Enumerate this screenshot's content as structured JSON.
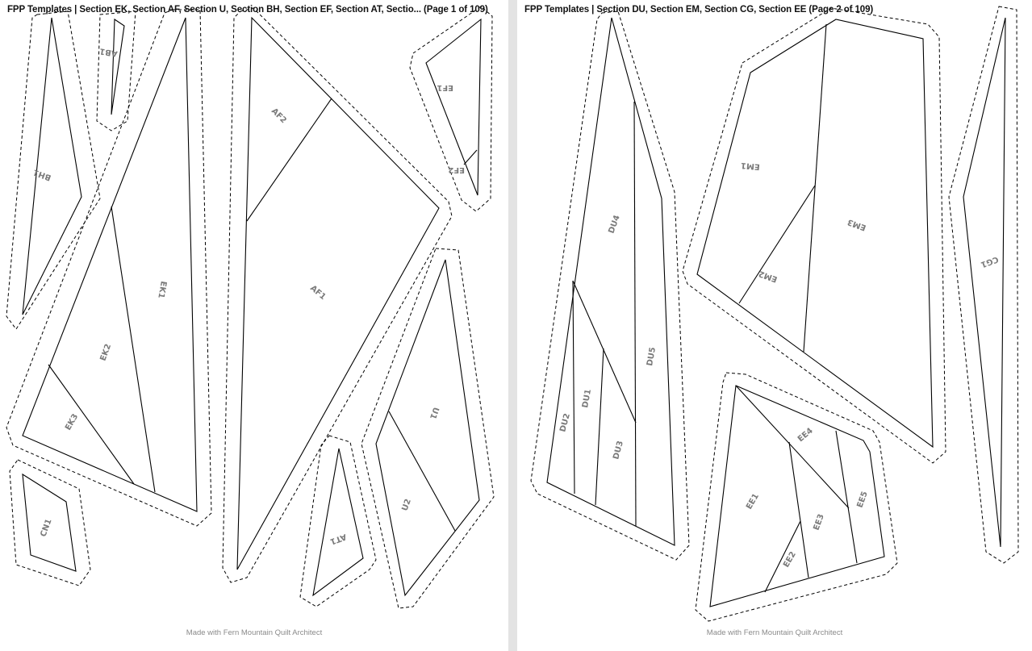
{
  "pages": [
    {
      "title": "FPP Templates | Section EK, Section AF, Section U, Section BH, Section EF, Section AT, Sectio... (Page 1 of 109)",
      "footer": "Made with Fern Mountain Quilt Architect",
      "labels": {
        "BH1": "BH1",
        "AB1": "AB1",
        "EK1": "EK1",
        "EK2": "EK2",
        "EK3": "EK3",
        "CN1": "CN1",
        "AF1": "AF1",
        "AF2": "AF2",
        "EF1": "EF1",
        "EF2": "EF2",
        "U1": "U1",
        "U2": "U2",
        "AT1": "AT1"
      }
    },
    {
      "title": "FPP Templates | Section DU, Section EM, Section CG, Section EE (Page 2 of 109)",
      "footer": "Made with Fern Mountain Quilt Architect",
      "labels": {
        "DU1": "DU1",
        "DU2": "DU2",
        "DU3": "DU3",
        "DU4": "DU4",
        "DU5": "DU5",
        "EM1": "EM1",
        "EM2": "EM2",
        "EM3": "EM3",
        "CG1": "CG1",
        "EE1": "EE1",
        "EE2": "EE2",
        "EE3": "EE3",
        "EE4": "EE4",
        "EE5": "EE5"
      }
    }
  ]
}
